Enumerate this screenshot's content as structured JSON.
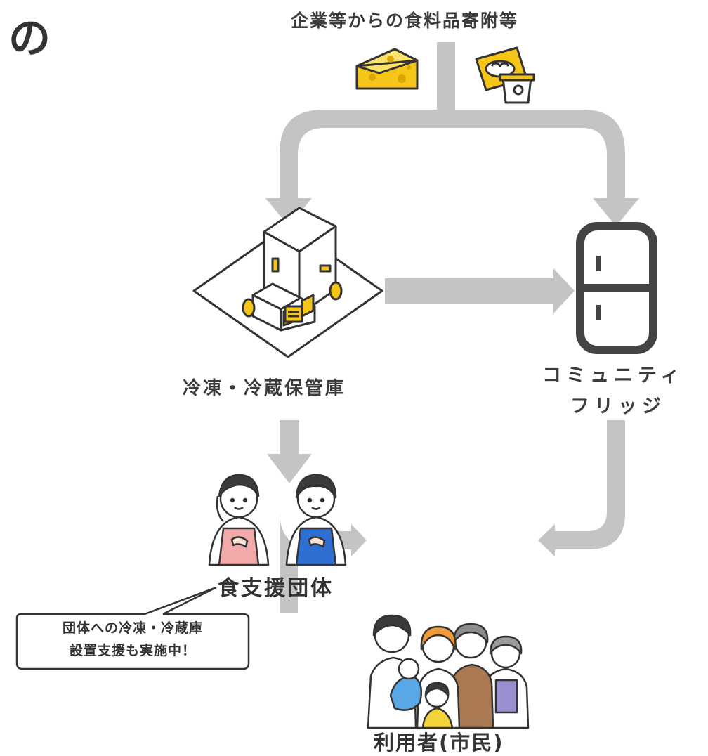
{
  "title_fragment_1": "の",
  "title_fragment_2": "、",
  "donation_label": "企業等からの食料品寄附等",
  "storage_label": "冷凍・冷蔵保管庫",
  "fridge_label_line1": "コミュニティ",
  "fridge_label_line2": "フリッジ",
  "support_group_label": "食支援団体",
  "users_label": "利用者(市民)",
  "callout_line1": "団体への冷凍・冷蔵庫",
  "callout_line2": "設置支援も実施中！",
  "colors": {
    "arrow": "#c4c4c4",
    "accent_yellow": "#f5c518",
    "line": "#333333"
  }
}
